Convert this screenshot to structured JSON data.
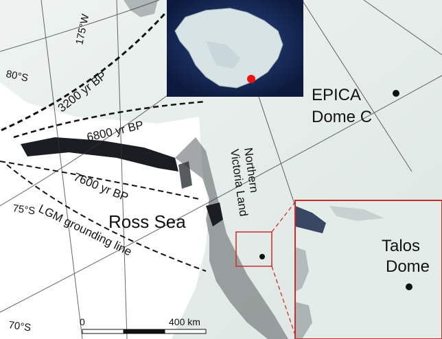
{
  "map": {
    "lat_labels": [
      "80°S",
      "75°S",
      "70°S"
    ],
    "lon_label": "175°W",
    "ice_lines": [
      "3200 yr BP",
      "6800 yr BP",
      "7600 yr BP",
      "LGM grounding line"
    ],
    "regions": {
      "sea": "Ross Sea",
      "land_line1": "Northern",
      "land_line2": "Victoria Land"
    },
    "sites": {
      "epica_line1": "EPICA",
      "epica_line2": "Dome C",
      "talos_line1": "Talos",
      "talos_line2": "Dome"
    },
    "scale_bar": {
      "start": "0",
      "end": "400 km"
    },
    "colors": {
      "ocean_white": "#ffffff",
      "ice": "#e8efed",
      "inset_border": "#cc2b2b",
      "site_marker": "#ee1111",
      "globe_bg": "#1b2f66",
      "sea_ice_dark": "#1a1d22"
    }
  }
}
